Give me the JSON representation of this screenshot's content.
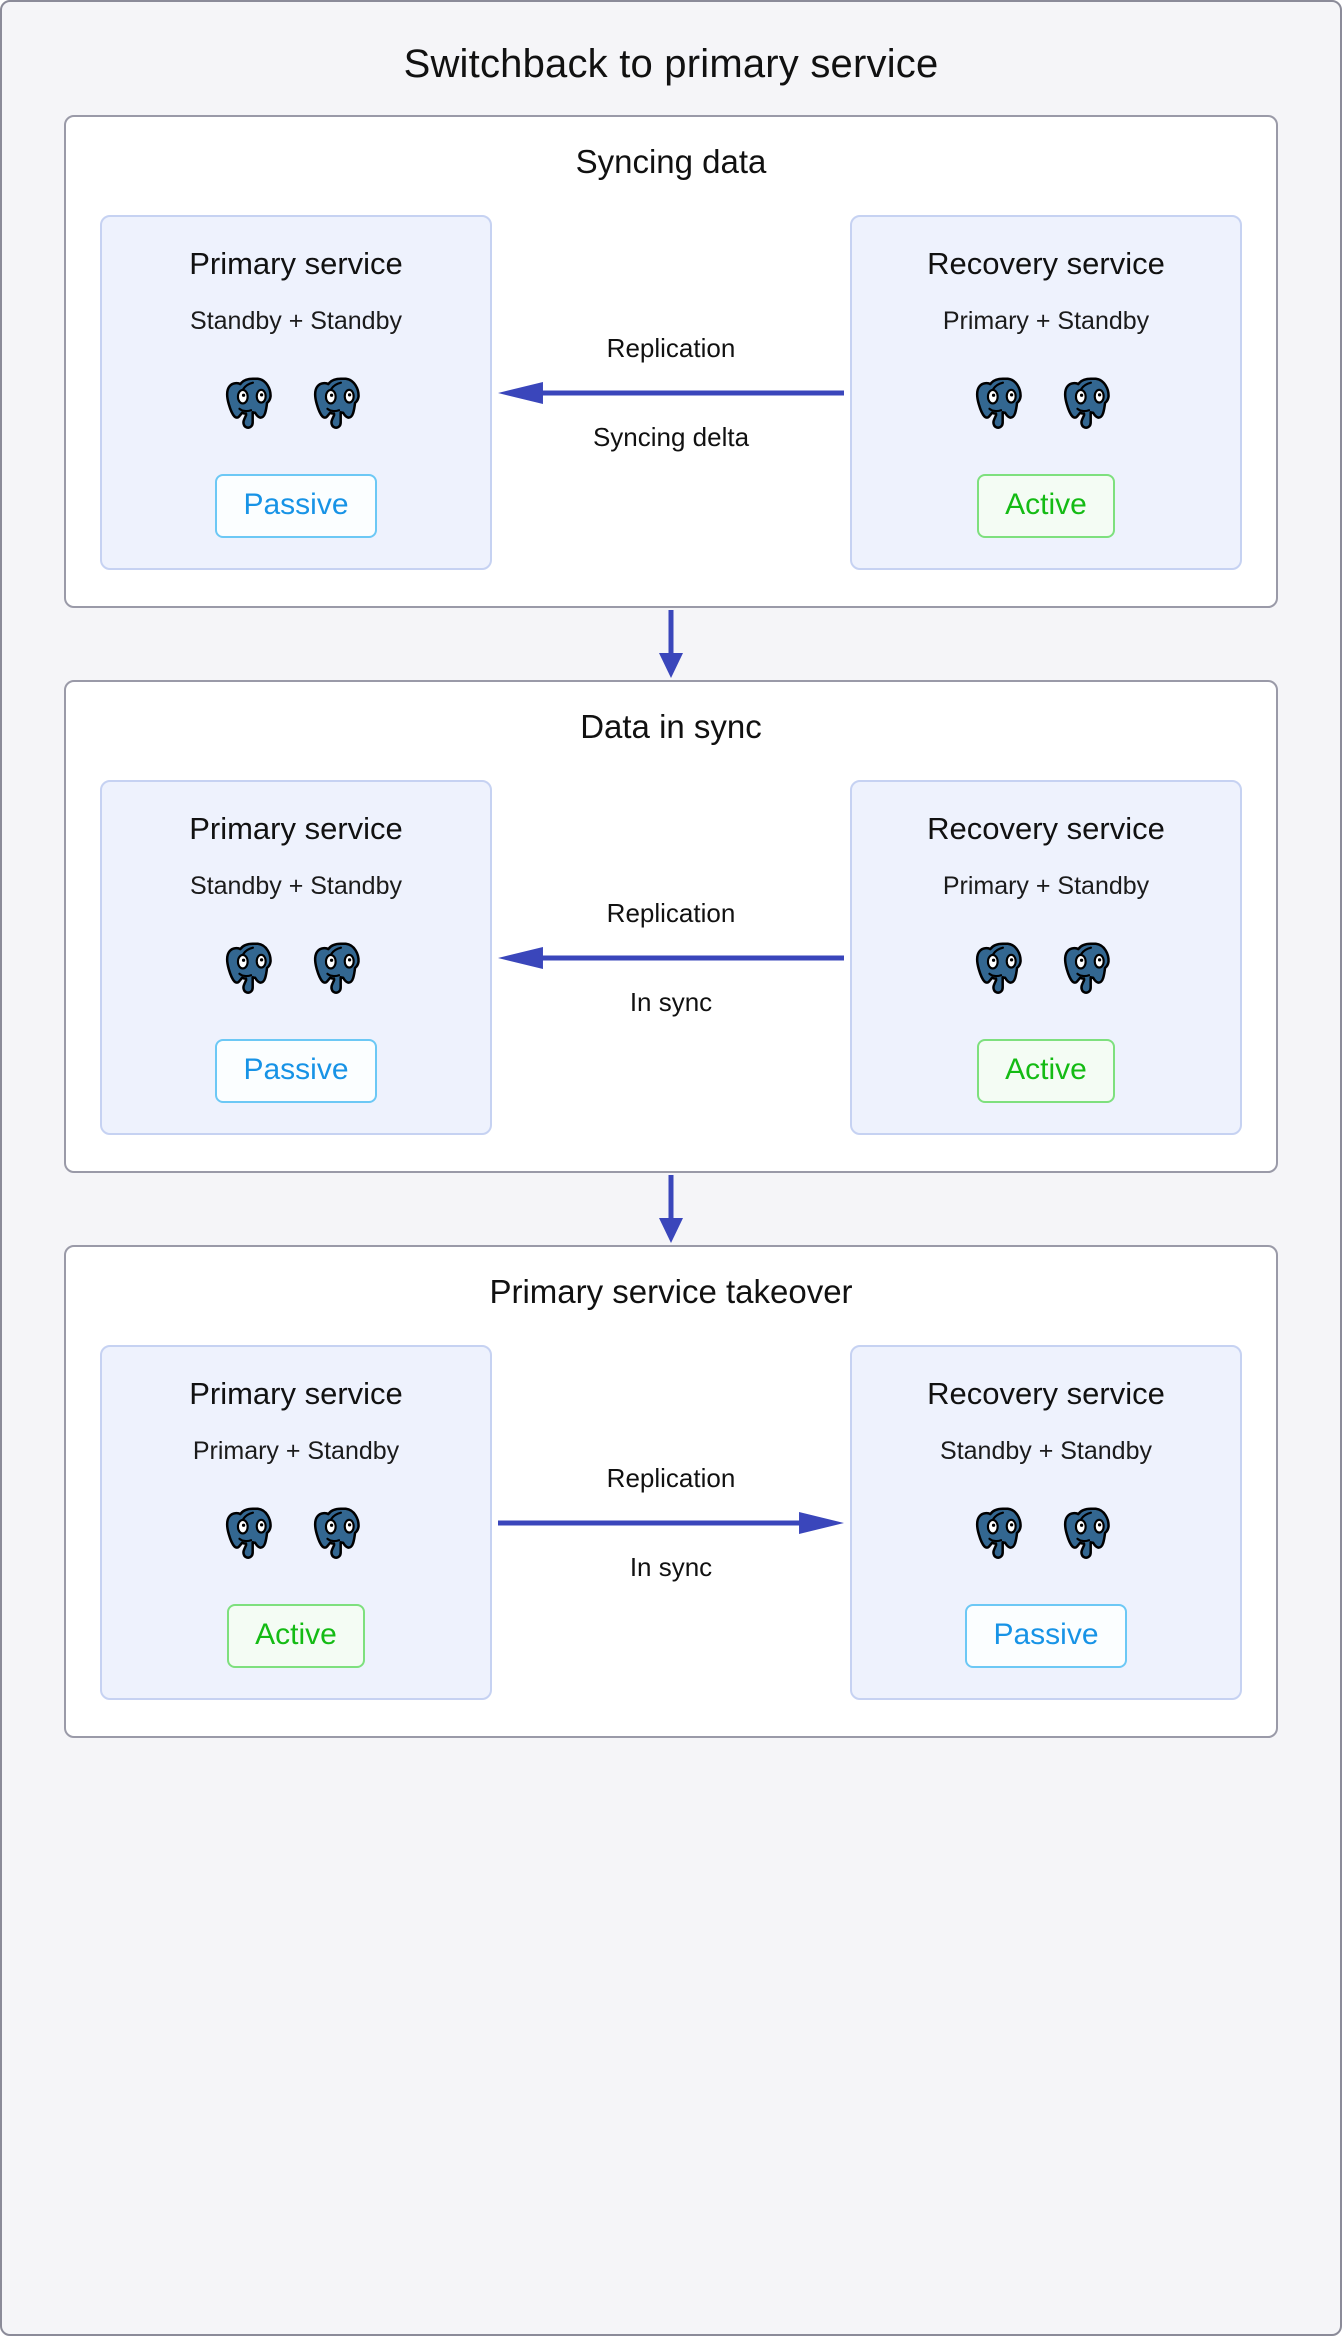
{
  "diagram": {
    "title": "Switchback to primary service",
    "colors": {
      "page_background": "#f5f5f8",
      "card_background": "#ffffff",
      "service_background": "#eef2fd",
      "service_border": "#c6d2f2",
      "arrow": "#3a46bb",
      "active_text": "#14bb14",
      "active_border": "#7ee07e",
      "passive_text": "#1793e6",
      "passive_border": "#6cc8f5",
      "postgres_blue": "#336791"
    },
    "node_icon": "postgres-elephant-icon",
    "stages": [
      {
        "title": "Syncing data",
        "left": {
          "name": "Primary service",
          "roles": "Standby + Standby",
          "nodes": 2,
          "status": "Passive",
          "status_kind": "passive"
        },
        "right": {
          "name": "Recovery service",
          "roles": "Primary + Standby",
          "nodes": 2,
          "status": "Active",
          "status_kind": "active"
        },
        "link": {
          "label_top": "Replication",
          "label_bottom": "Syncing delta",
          "direction": "left"
        }
      },
      {
        "title": "Data in sync",
        "left": {
          "name": "Primary service",
          "roles": "Standby + Standby",
          "nodes": 2,
          "status": "Passive",
          "status_kind": "passive"
        },
        "right": {
          "name": "Recovery service",
          "roles": "Primary + Standby",
          "nodes": 2,
          "status": "Active",
          "status_kind": "active"
        },
        "link": {
          "label_top": "Replication",
          "label_bottom": "In sync",
          "direction": "left"
        }
      },
      {
        "title": "Primary service takeover",
        "left": {
          "name": "Primary service",
          "roles": "Primary + Standby",
          "nodes": 2,
          "status": "Active",
          "status_kind": "active"
        },
        "right": {
          "name": "Recovery service",
          "roles": "Standby + Standby",
          "nodes": 2,
          "status": "Passive",
          "status_kind": "passive"
        },
        "link": {
          "label_top": "Replication",
          "label_bottom": "In sync",
          "direction": "right"
        }
      }
    ],
    "connectors": [
      {
        "direction": "down"
      },
      {
        "direction": "down"
      }
    ]
  }
}
